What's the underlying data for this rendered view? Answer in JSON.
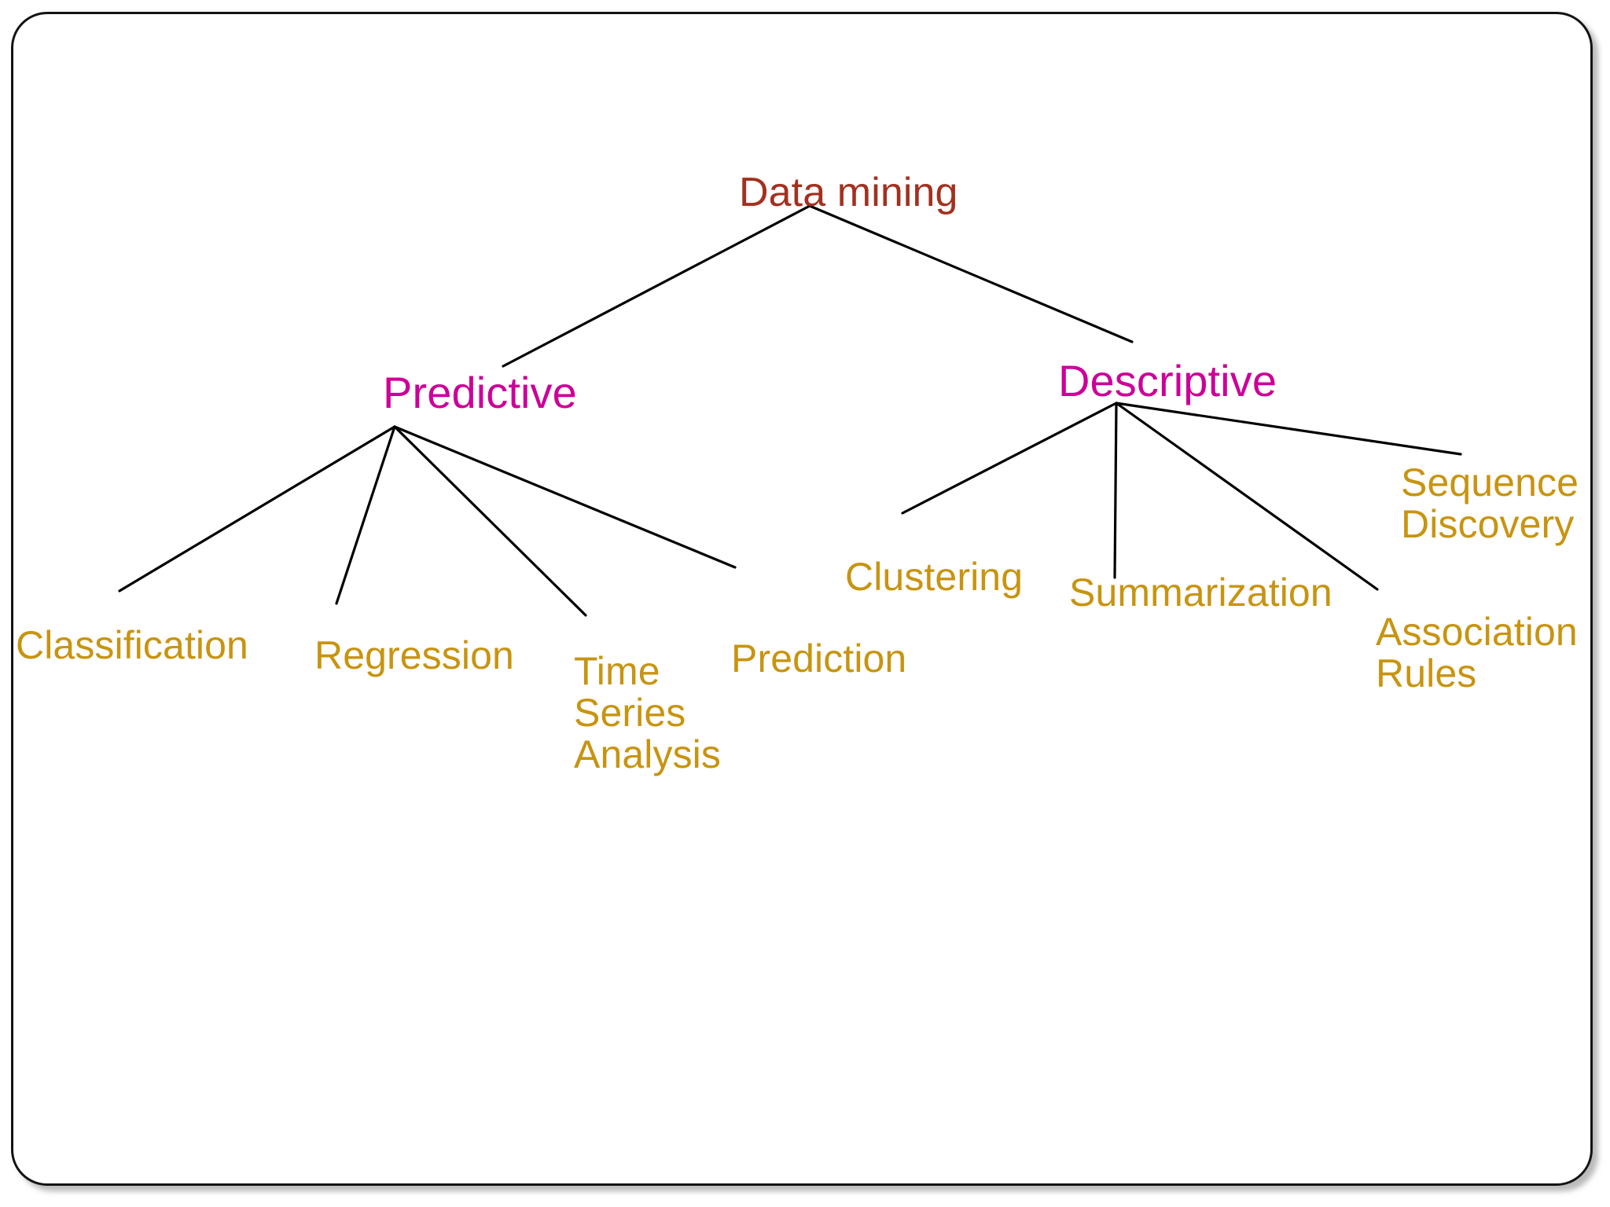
{
  "slide": {
    "background_color": "#ffffff",
    "frame_border_color": "#131313",
    "frame_shadow_color": "#828282"
  },
  "palette": {
    "root_color": "#a3301f",
    "branch_color": "#cc0099",
    "leaf_color": "#c89410",
    "edge_color": "#000000"
  },
  "diagram": {
    "type": "tree",
    "root": {
      "label": "Data mining"
    },
    "branches": [
      {
        "label": "Predictive"
      },
      {
        "label": "Descriptive"
      }
    ],
    "leaves": {
      "predictive": [
        {
          "label": "Classification"
        },
        {
          "label": "Regression"
        },
        {
          "label": "Time\nSeries\nAnalysis"
        },
        {
          "label": "Prediction"
        }
      ],
      "descriptive": [
        {
          "label": "Clustering"
        },
        {
          "label": "Summarization"
        },
        {
          "label": "Association\nRules"
        },
        {
          "label": "Sequence\nDiscovery"
        }
      ]
    }
  }
}
